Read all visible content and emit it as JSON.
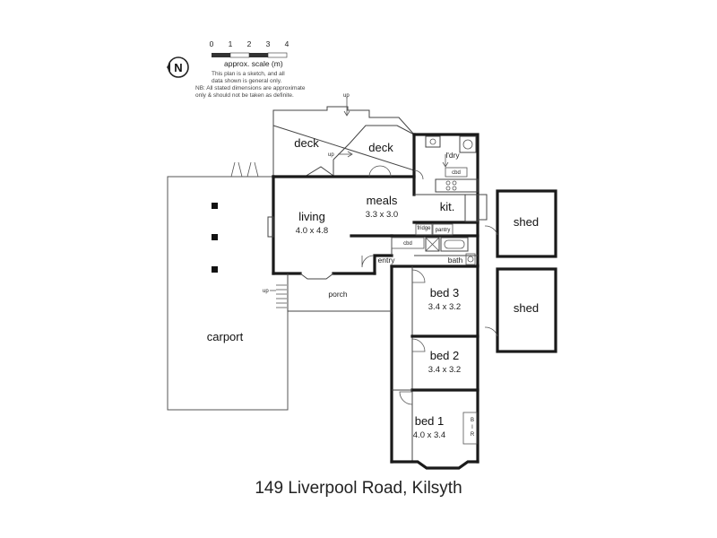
{
  "scale": {
    "ticks": [
      "0",
      "1",
      "2",
      "3",
      "4"
    ],
    "label": "approx. scale (m)",
    "note_line1": "This plan is a sketch, and all",
    "note_line2": "data shown is general only.",
    "nb_line1": "NB: All stated dimensions are approximate",
    "nb_line2": "only & should not be taken as definite."
  },
  "compass": {
    "letter": "N",
    "icon": "north-arrow-icon"
  },
  "rooms": {
    "deck_left": {
      "label": "deck"
    },
    "deck_right": {
      "label": "deck"
    },
    "laundry": {
      "label": "l'dry"
    },
    "living": {
      "label": "living",
      "dims": "4.0 x 4.8"
    },
    "meals": {
      "label": "meals",
      "dims": "3.3 x 3.0"
    },
    "kitchen": {
      "label": "kit."
    },
    "shed_top": {
      "label": "shed"
    },
    "shed_bottom": {
      "label": "shed"
    },
    "entry": {
      "label": "entry"
    },
    "bath": {
      "label": "bath"
    },
    "porch": {
      "label": "porch"
    },
    "carport": {
      "label": "carport"
    },
    "bed3": {
      "label": "bed 3",
      "dims": "3.4 x 3.2"
    },
    "bed2": {
      "label": "bed 2",
      "dims": "3.4 x 3.2"
    },
    "bed1": {
      "label": "bed 1",
      "dims": "4.0 x 3.4"
    }
  },
  "fixtures": {
    "cbd": "cbd",
    "fridge": "fridge",
    "pantry": "pantry",
    "up": "up",
    "bir_b": "B",
    "bir_i": "I",
    "bir_r": "R"
  },
  "address": "149 Liverpool Road, Kilsyth"
}
